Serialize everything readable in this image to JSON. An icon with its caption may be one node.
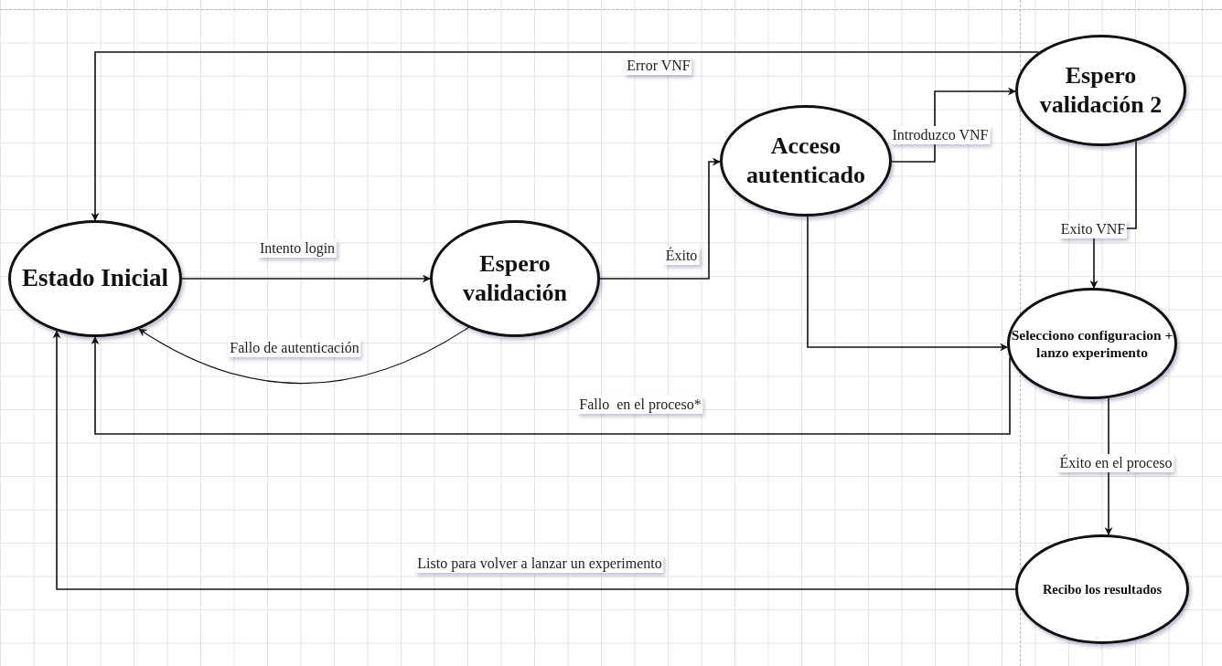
{
  "diagram": {
    "nodes": [
      {
        "text": [
          "Estado Inicial"
        ]
      },
      {
        "text": [
          "Espero validación"
        ]
      },
      {
        "text": [
          "Acceso autenticado"
        ]
      },
      {
        "text": [
          "Espero validación 2"
        ]
      },
      {
        "text": [
          "Selecciono configuracion + lanzo experimento"
        ]
      },
      {
        "text": [
          "Recibo los resultados"
        ]
      }
    ],
    "edges": [
      {
        "from": 0,
        "to": 1,
        "arrow": "to",
        "label": "Intento login"
      },
      {
        "from": 1,
        "to": 0,
        "arrow": "to",
        "label": "Fallo de autenticación"
      },
      {
        "from": 1,
        "to": 2,
        "arrow": "to",
        "label": "Éxito"
      },
      {
        "from": 2,
        "to": 3,
        "arrow": "to",
        "label": "Introduzco VNF"
      },
      {
        "from": 3,
        "to": 0,
        "arrow": "to",
        "label": "Error VNF"
      },
      {
        "from": 3,
        "to": 4,
        "arrow": "to",
        "label": "Exito VNF"
      },
      {
        "from": 2,
        "to": 4,
        "arrow": "to"
      },
      {
        "from": 4,
        "to": 0,
        "arrow": "to",
        "label": "Fallo  en el proceso*"
      },
      {
        "from": 4,
        "to": 5,
        "arrow": "to",
        "label": "Éxito en el proceso"
      },
      {
        "from": 5,
        "to": 0,
        "arrow": "to",
        "label": "Listo para volver a lanzar un experimento"
      }
    ]
  }
}
